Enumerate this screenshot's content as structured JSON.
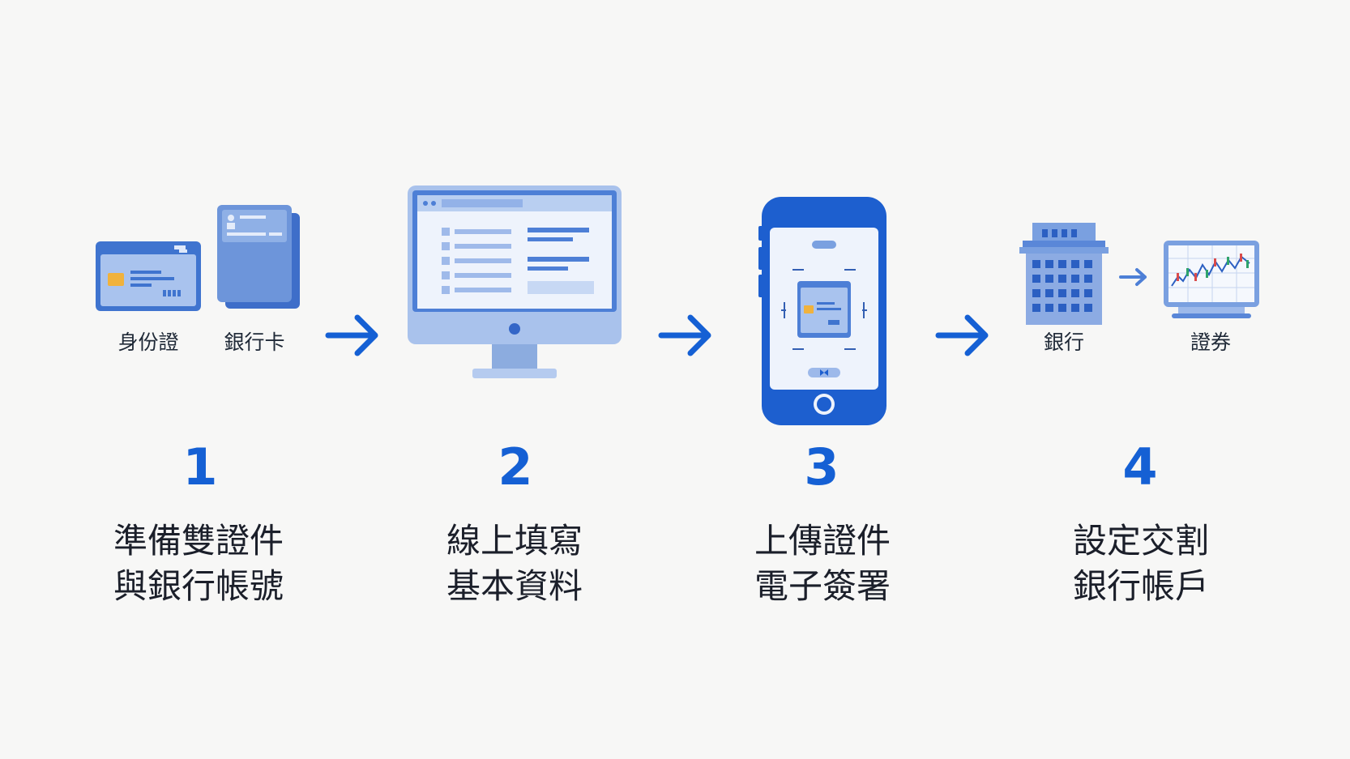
{
  "colors": {
    "accent": "#1560d4",
    "icon_light": "#a9c2ec",
    "icon_mid": "#6f97dd",
    "text": "#1b1f2a"
  },
  "steps": [
    {
      "number": "1",
      "lines": [
        "準備雙證件",
        "與銀行帳號"
      ],
      "icons": [
        {
          "icon": "id-card-icon",
          "label": "身份證"
        },
        {
          "icon": "bank-card-icon",
          "label": "銀行卡"
        }
      ]
    },
    {
      "number": "2",
      "lines": [
        "線上填寫",
        "基本資料"
      ],
      "icons": [
        {
          "icon": "desktop-form-icon"
        }
      ]
    },
    {
      "number": "3",
      "lines": [
        "上傳證件",
        "電子簽署"
      ],
      "icons": [
        {
          "icon": "phone-scan-icon"
        }
      ]
    },
    {
      "number": "4",
      "lines": [
        "設定交割",
        "銀行帳戶"
      ],
      "icons": [
        {
          "icon": "bank-building-icon",
          "label": "銀行"
        },
        {
          "icon": "securities-chart-icon",
          "label": "證券"
        }
      ]
    }
  ]
}
